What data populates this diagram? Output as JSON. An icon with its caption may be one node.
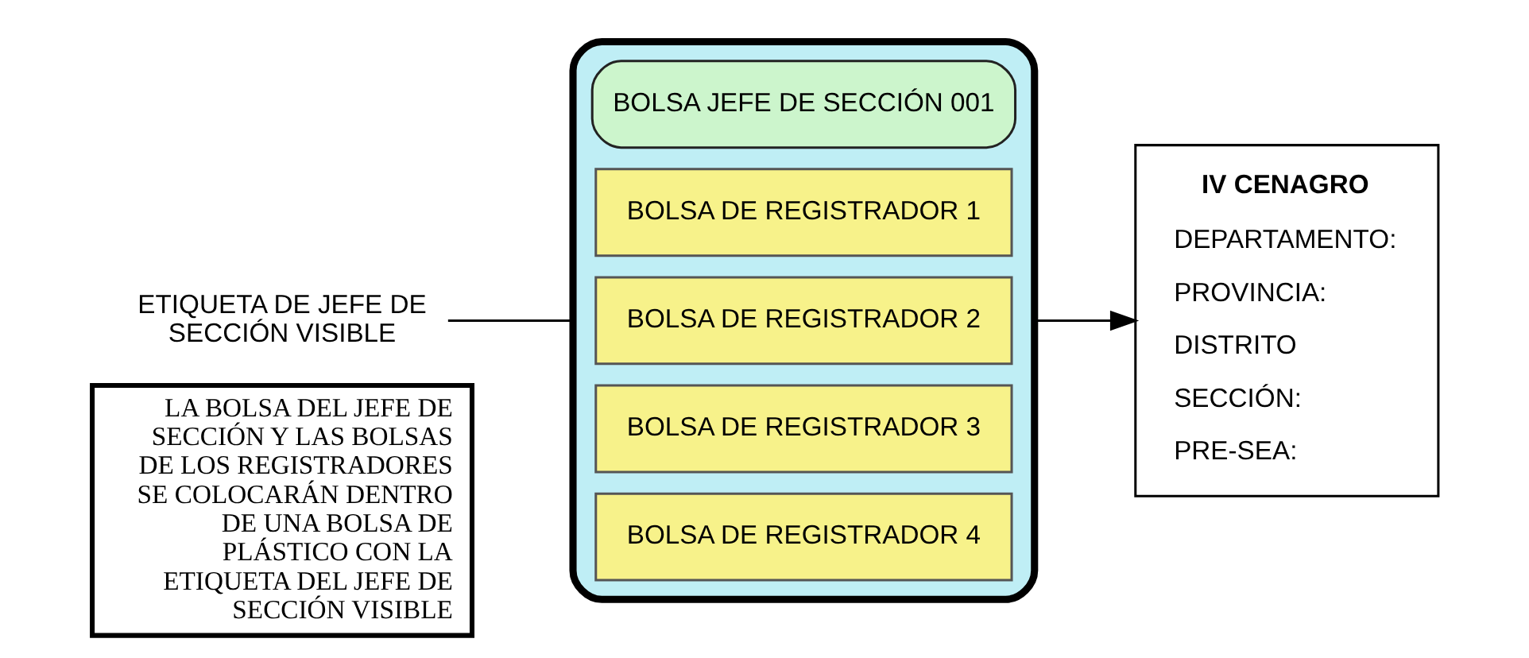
{
  "diagram": {
    "nodes": [
      {
        "text": [
          "LA BOLSA DEL JEFE DE SECCIÓN Y LAS BOLSAS DE LOS REGISTRADORES SE COLOCARÁN DENTRO DE UNA BOLSA DE PLÁSTICO CON LA ETIQUETA DEL JEFE DE SECCIÓN VISIBLE"
        ]
      },
      {
        "text": [
          "ETIQUETA DE JEFE DE SECCIÓN VISIBLE"
        ]
      },
      {
        "text": [],
        "shape": "box"
      },
      {
        "text": [
          "BOLSA JEFE DE SECCIÓN 001"
        ],
        "in": 2
      },
      {
        "text": [
          "BOLSA DE REGISTRADOR 1"
        ],
        "in": 2
      },
      {
        "text": [
          "BOLSA DE REGISTRADOR 2"
        ],
        "in": 2
      },
      {
        "text": [
          "BOLSA DE REGISTRADOR 3"
        ],
        "in": 2
      },
      {
        "text": [
          "BOLSA DE REGISTRADOR 4"
        ],
        "in": 2
      },
      {
        "text": [
          "IV CENAGRO",
          "DEPARTAMENTO:",
          "PROVINCIA:",
          "DISTRITO",
          "SECCIÓN:",
          "PRE-SEA:"
        ]
      }
    ],
    "edges": [
      {
        "from": 1,
        "to": 2,
        "arrow": "none"
      },
      {
        "from": 2,
        "to": 8,
        "arrow": "to"
      }
    ]
  }
}
